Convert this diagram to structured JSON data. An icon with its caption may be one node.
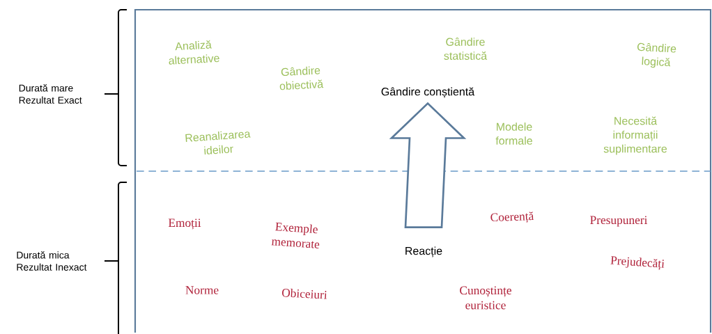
{
  "diagram": {
    "nodes": [
      {
        "text": [
          "Gândire conștientă"
        ]
      },
      {
        "text": [
          "Reacție"
        ]
      }
    ],
    "edges": [
      {
        "from": 1,
        "to": 0,
        "arrow": "to"
      }
    ],
    "labels": [
      "Durată mare Rezultat Exact",
      "Analiză alternative",
      "Gândire obiectivă",
      "Gândire statistică",
      "Gândire logică",
      "Reanalizarea ideilor",
      "Modele formale",
      "Necesită informații suplimentare",
      "Durată mica Rezultat Inexact",
      "Emoții",
      "Exemple memorate",
      "Coerență",
      "Presupuneri",
      "Prejudecăți",
      "Norme",
      "Obiceiuri",
      "Cunoștințe euristice"
    ]
  }
}
